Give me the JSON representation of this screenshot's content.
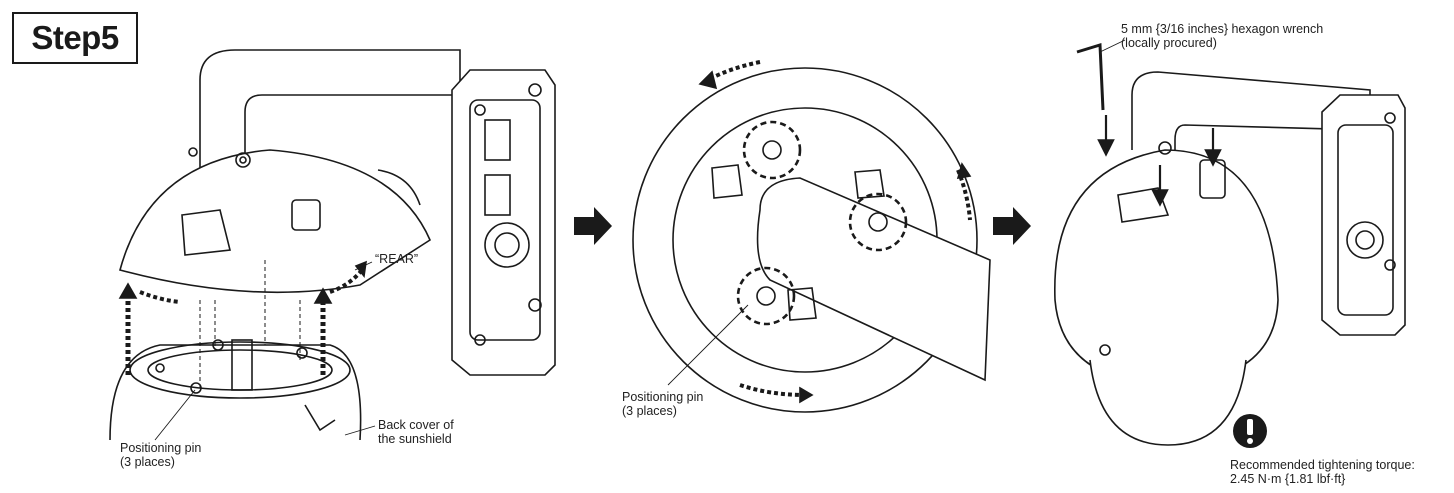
{
  "step_title": "Step5",
  "labels": {
    "rear": "“REAR”",
    "pin_left_1": "Positioning pin",
    "pin_left_2": "(3 places)",
    "cover_1": "Back cover of",
    "cover_2": "the sunshield",
    "pin_mid_1": "Positioning pin",
    "pin_mid_2": "(3 places)",
    "wrench_1": "5 mm {3/16 inches} hexagon wrench",
    "wrench_2": "(locally procured)",
    "torque_1": "Recommended tightening torque:",
    "torque_2": "2.45 N·m {1.81 lbf·ft}"
  },
  "icons": [
    "step-arrow-icon",
    "warning-exclamation-icon",
    "hex-wrench-icon"
  ],
  "colors": {
    "ink": "#1a1a1a",
    "background": "#ffffff"
  }
}
